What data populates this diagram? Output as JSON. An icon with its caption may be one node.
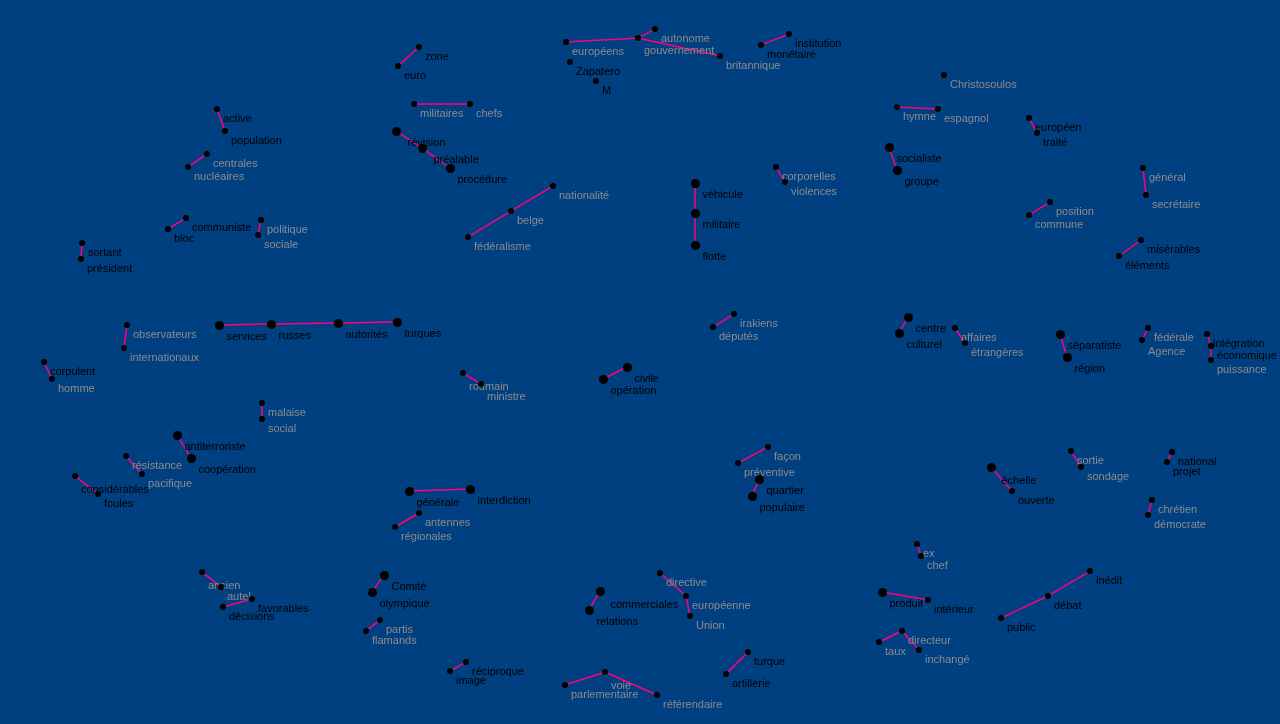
{
  "diagram": {
    "nodes": [
      {
        "text": [
          "zone"
        ]
      },
      {
        "text": [
          "euro"
        ]
      },
      {
        "text": [
          "active"
        ]
      },
      {
        "text": [
          "population"
        ]
      },
      {
        "text": [
          "centrales"
        ]
      },
      {
        "text": [
          "nucléaires"
        ]
      },
      {
        "text": [
          "communiste"
        ]
      },
      {
        "text": [
          "bloc"
        ]
      },
      {
        "text": [
          "politique"
        ]
      },
      {
        "text": [
          "sociale"
        ]
      },
      {
        "text": [
          "sortant"
        ]
      },
      {
        "text": [
          "président"
        ]
      },
      {
        "text": [
          "observateurs"
        ]
      },
      {
        "text": [
          "internationaux"
        ]
      },
      {
        "text": [
          "services"
        ]
      },
      {
        "text": [
          "russes"
        ]
      },
      {
        "text": [
          "autorités"
        ]
      },
      {
        "text": [
          "turques"
        ]
      },
      {
        "text": [
          "militaires"
        ]
      },
      {
        "text": [
          "chefs"
        ]
      },
      {
        "text": [
          "révision"
        ]
      },
      {
        "text": [
          "préalable"
        ]
      },
      {
        "text": [
          "procédure"
        ]
      },
      {
        "text": [
          "nationalité"
        ]
      },
      {
        "text": [
          "belge"
        ]
      },
      {
        "text": [
          "fédéralisme"
        ]
      },
      {
        "text": [
          "européens"
        ]
      },
      {
        "text": [
          "gouvernement"
        ]
      },
      {
        "text": [
          "autonome"
        ]
      },
      {
        "text": [
          "britannique"
        ]
      },
      {
        "text": [
          "Zapatero"
        ]
      },
      {
        "text": [
          "M"
        ]
      },
      {
        "text": [
          "institution"
        ]
      },
      {
        "text": [
          "monétaire"
        ]
      },
      {
        "text": [
          "véhicule"
        ]
      },
      {
        "text": [
          "militaire"
        ]
      },
      {
        "text": [
          "flotte"
        ]
      },
      {
        "text": [
          "corporelles"
        ]
      },
      {
        "text": [
          "violences"
        ]
      },
      {
        "text": [
          "irakiens"
        ]
      },
      {
        "text": [
          "députés"
        ]
      },
      {
        "text": [
          "Christosoulos"
        ]
      },
      {
        "text": [
          "hymne"
        ]
      },
      {
        "text": [
          "espagnol"
        ]
      },
      {
        "text": [
          "socialiste"
        ]
      },
      {
        "text": [
          "groupe"
        ]
      },
      {
        "text": [
          "européen"
        ]
      },
      {
        "text": [
          "traité"
        ]
      },
      {
        "text": [
          "général"
        ]
      },
      {
        "text": [
          "secrétaire"
        ]
      },
      {
        "text": [
          "position"
        ]
      },
      {
        "text": [
          "commune"
        ]
      },
      {
        "text": [
          "misérables"
        ]
      },
      {
        "text": [
          "éléments"
        ]
      },
      {
        "text": [
          "centre"
        ]
      },
      {
        "text": [
          "culturel"
        ]
      },
      {
        "text": [
          "affaires"
        ]
      },
      {
        "text": [
          "étrangères"
        ]
      },
      {
        "text": [
          "séparatiste"
        ]
      },
      {
        "text": [
          "région"
        ]
      },
      {
        "text": [
          "fédérale"
        ]
      },
      {
        "text": [
          "Agence"
        ]
      },
      {
        "text": [
          "intégration"
        ]
      },
      {
        "text": [
          "économique"
        ]
      },
      {
        "text": [
          "puissance"
        ]
      },
      {
        "text": [
          "corpulent"
        ]
      },
      {
        "text": [
          "homme"
        ]
      },
      {
        "text": [
          "malaise"
        ]
      },
      {
        "text": [
          "social"
        ]
      },
      {
        "text": [
          "antiterroriste"
        ]
      },
      {
        "text": [
          "coopération"
        ]
      },
      {
        "text": [
          "résistance"
        ]
      },
      {
        "text": [
          "pacifique"
        ]
      },
      {
        "text": [
          "considérables"
        ]
      },
      {
        "text": [
          "foules"
        ]
      },
      {
        "text": [
          "roumain"
        ]
      },
      {
        "text": [
          "ministre"
        ]
      },
      {
        "text": [
          "civile"
        ]
      },
      {
        "text": [
          "opération"
        ]
      },
      {
        "text": [
          "générale"
        ]
      },
      {
        "text": [
          "interdiction"
        ]
      },
      {
        "text": [
          "antennes"
        ]
      },
      {
        "text": [
          "régionales"
        ]
      },
      {
        "text": [
          "façon"
        ]
      },
      {
        "text": [
          "préventive"
        ]
      },
      {
        "text": [
          "quartier"
        ]
      },
      {
        "text": [
          "populaire"
        ]
      },
      {
        "text": [
          "ancien"
        ]
      },
      {
        "text": [
          "autel"
        ]
      },
      {
        "text": [
          "favorables"
        ]
      },
      {
        "text": [
          "décisions"
        ]
      },
      {
        "text": [
          "Comité"
        ]
      },
      {
        "text": [
          "olympique"
        ]
      },
      {
        "text": [
          "partis"
        ]
      },
      {
        "text": [
          "flamands"
        ]
      },
      {
        "text": [
          "directive"
        ]
      },
      {
        "text": [
          "européenne"
        ]
      },
      {
        "text": [
          "Union"
        ]
      },
      {
        "text": [
          "commerciales"
        ]
      },
      {
        "text": [
          "relations"
        ]
      },
      {
        "text": [
          "réciproque"
        ]
      },
      {
        "text": [
          "image"
        ]
      },
      {
        "text": [
          "voie"
        ]
      },
      {
        "text": [
          "parlementaire"
        ]
      },
      {
        "text": [
          "référendaire"
        ]
      },
      {
        "text": [
          "turque"
        ]
      },
      {
        "text": [
          "artillerie"
        ]
      },
      {
        "text": [
          "échelle"
        ]
      },
      {
        "text": [
          "ouverte"
        ]
      },
      {
        "text": [
          "sortie"
        ]
      },
      {
        "text": [
          "sondage"
        ]
      },
      {
        "text": [
          "national"
        ]
      },
      {
        "text": [
          "projet"
        ]
      },
      {
        "text": [
          "chrétien"
        ]
      },
      {
        "text": [
          "démocrate"
        ]
      },
      {
        "text": [
          "ex"
        ]
      },
      {
        "text": [
          "chef"
        ]
      },
      {
        "text": [
          "produit"
        ]
      },
      {
        "text": [
          "intérieur"
        ]
      },
      {
        "text": [
          "directeur"
        ]
      },
      {
        "text": [
          "taux"
        ]
      },
      {
        "text": [
          "inchangé"
        ]
      },
      {
        "text": [
          "inédit"
        ]
      },
      {
        "text": [
          "débat"
        ]
      },
      {
        "text": [
          "public"
        ]
      }
    ],
    "edges": [
      {
        "from": 0,
        "to": 1,
        "arrow": "none"
      },
      {
        "from": 2,
        "to": 3,
        "arrow": "none"
      },
      {
        "from": 4,
        "to": 5,
        "arrow": "none"
      },
      {
        "from": 6,
        "to": 7,
        "arrow": "none"
      },
      {
        "from": 8,
        "to": 9,
        "arrow": "none"
      },
      {
        "from": 10,
        "to": 11,
        "arrow": "none"
      },
      {
        "from": 12,
        "to": 13,
        "arrow": "none"
      },
      {
        "from": 14,
        "to": 15,
        "arrow": "none"
      },
      {
        "from": 15,
        "to": 16,
        "arrow": "none"
      },
      {
        "from": 16,
        "to": 17,
        "arrow": "none"
      },
      {
        "from": 18,
        "to": 19,
        "arrow": "none"
      },
      {
        "from": 20,
        "to": 21,
        "arrow": "none"
      },
      {
        "from": 21,
        "to": 22,
        "arrow": "none"
      },
      {
        "from": 23,
        "to": 24,
        "arrow": "none"
      },
      {
        "from": 24,
        "to": 25,
        "arrow": "none"
      },
      {
        "from": 26,
        "to": 27,
        "arrow": "none"
      },
      {
        "from": 27,
        "to": 28,
        "arrow": "none"
      },
      {
        "from": 27,
        "to": 29,
        "arrow": "none"
      },
      {
        "from": 32,
        "to": 33,
        "arrow": "none"
      },
      {
        "from": 34,
        "to": 35,
        "arrow": "none"
      },
      {
        "from": 35,
        "to": 36,
        "arrow": "none"
      },
      {
        "from": 37,
        "to": 38,
        "arrow": "none"
      },
      {
        "from": 39,
        "to": 40,
        "arrow": "none"
      },
      {
        "from": 42,
        "to": 43,
        "arrow": "none"
      },
      {
        "from": 44,
        "to": 45,
        "arrow": "none"
      },
      {
        "from": 46,
        "to": 47,
        "arrow": "none"
      },
      {
        "from": 48,
        "to": 49,
        "arrow": "none"
      },
      {
        "from": 50,
        "to": 51,
        "arrow": "none"
      },
      {
        "from": 52,
        "to": 53,
        "arrow": "none"
      },
      {
        "from": 54,
        "to": 55,
        "arrow": "none"
      },
      {
        "from": 56,
        "to": 57,
        "arrow": "none"
      },
      {
        "from": 58,
        "to": 59,
        "arrow": "none"
      },
      {
        "from": 60,
        "to": 61,
        "arrow": "none"
      },
      {
        "from": 62,
        "to": 63,
        "arrow": "none"
      },
      {
        "from": 63,
        "to": 64,
        "arrow": "none"
      },
      {
        "from": 65,
        "to": 66,
        "arrow": "none"
      },
      {
        "from": 67,
        "to": 68,
        "arrow": "none"
      },
      {
        "from": 69,
        "to": 70,
        "arrow": "none"
      },
      {
        "from": 71,
        "to": 72,
        "arrow": "none"
      },
      {
        "from": 73,
        "to": 74,
        "arrow": "none"
      },
      {
        "from": 75,
        "to": 76,
        "arrow": "none"
      },
      {
        "from": 77,
        "to": 78,
        "arrow": "none"
      },
      {
        "from": 79,
        "to": 80,
        "arrow": "none"
      },
      {
        "from": 81,
        "to": 82,
        "arrow": "none"
      },
      {
        "from": 83,
        "to": 84,
        "arrow": "none"
      },
      {
        "from": 85,
        "to": 86,
        "arrow": "none"
      },
      {
        "from": 87,
        "to": 88,
        "arrow": "none"
      },
      {
        "from": 89,
        "to": 90,
        "arrow": "none"
      },
      {
        "from": 91,
        "to": 92,
        "arrow": "none"
      },
      {
        "from": 93,
        "to": 94,
        "arrow": "none"
      },
      {
        "from": 95,
        "to": 96,
        "arrow": "none"
      },
      {
        "from": 96,
        "to": 97,
        "arrow": "none"
      },
      {
        "from": 98,
        "to": 99,
        "arrow": "none"
      },
      {
        "from": 100,
        "to": 101,
        "arrow": "none"
      },
      {
        "from": 102,
        "to": 103,
        "arrow": "none"
      },
      {
        "from": 102,
        "to": 104,
        "arrow": "none"
      },
      {
        "from": 105,
        "to": 106,
        "arrow": "none"
      },
      {
        "from": 107,
        "to": 108,
        "arrow": "none"
      },
      {
        "from": 109,
        "to": 110,
        "arrow": "none"
      },
      {
        "from": 111,
        "to": 112,
        "arrow": "none"
      },
      {
        "from": 113,
        "to": 114,
        "arrow": "none"
      },
      {
        "from": 115,
        "to": 116,
        "arrow": "none"
      },
      {
        "from": 117,
        "to": 118,
        "arrow": "none"
      },
      {
        "from": 120,
        "to": 119,
        "arrow": "none"
      },
      {
        "from": 119,
        "to": 121,
        "arrow": "none"
      },
      {
        "from": 122,
        "to": 123,
        "arrow": "none"
      },
      {
        "from": 123,
        "to": 124,
        "arrow": "none"
      }
    ]
  }
}
